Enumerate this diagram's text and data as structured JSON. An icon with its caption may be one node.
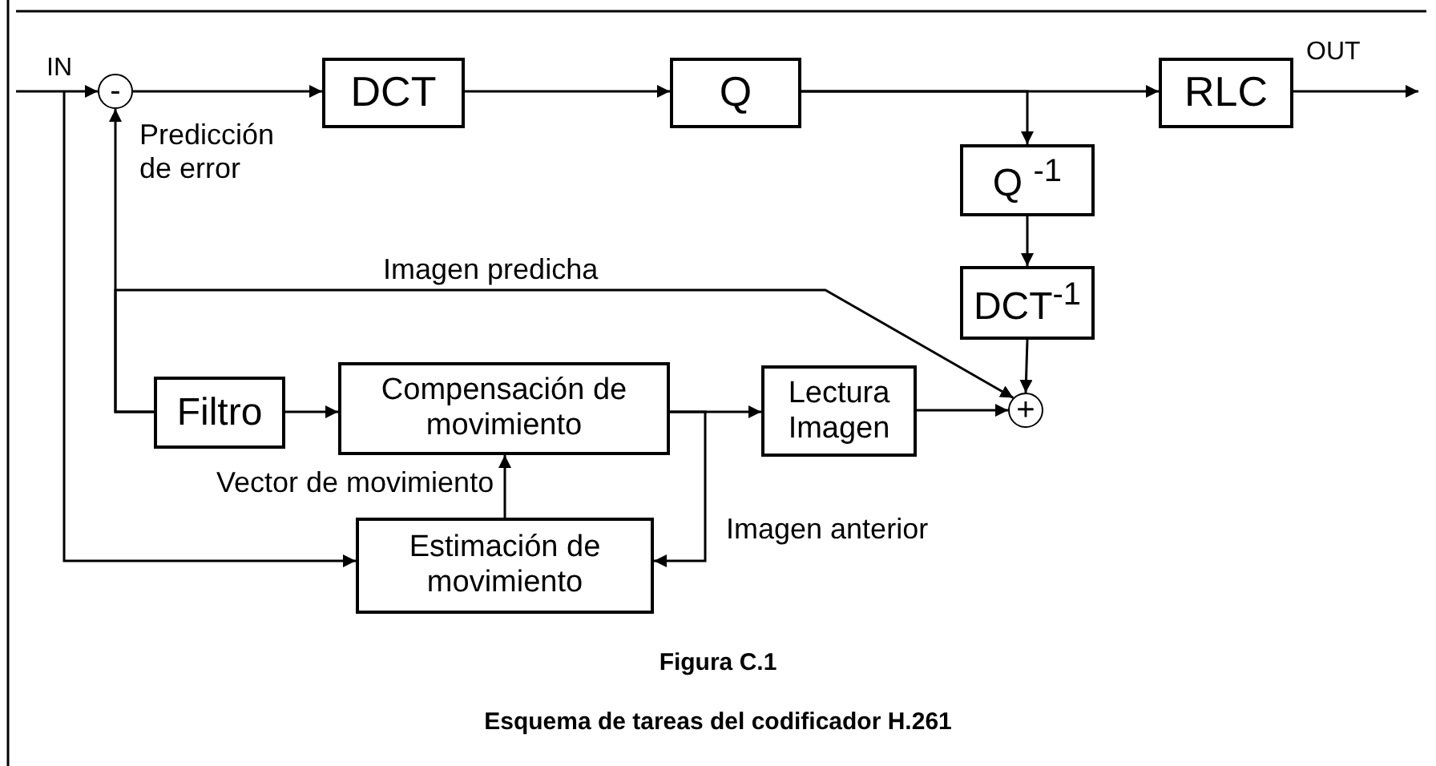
{
  "diagram": {
    "nodes": [
      {
        "text": [
          "-"
        ]
      },
      {
        "text": [
          "DCT"
        ]
      },
      {
        "text": [
          "Q"
        ]
      },
      {
        "text": [
          "RLC"
        ]
      },
      {
        "text": [
          "Q $^{-1}$"
        ]
      },
      {
        "text": [
          "DCT$^{-1}$"
        ]
      },
      {
        "text": [
          "+"
        ]
      },
      {
        "text": [
          "Filtro"
        ]
      },
      {
        "text": [
          "Compensación de movimiento"
        ]
      },
      {
        "text": [
          "Lectura Imagen"
        ]
      },
      {
        "text": [
          "Estimación de movimiento"
        ]
      }
    ],
    "edges": [
      {
        "from": null,
        "to": 0,
        "arrow": "to",
        "label": "IN"
      },
      {
        "from": 0,
        "to": 1,
        "arrow": "to"
      },
      {
        "from": 1,
        "to": 2,
        "arrow": "to"
      },
      {
        "from": 2,
        "to": 3,
        "arrow": "to"
      },
      {
        "from": 3,
        "to": null,
        "arrow": "to",
        "label": "OUT"
      },
      {
        "from": 2,
        "to": 4,
        "arrow": "to"
      },
      {
        "from": 4,
        "to": 5,
        "arrow": "to"
      },
      {
        "from": 5,
        "to": 6,
        "arrow": "to"
      },
      {
        "from": 9,
        "to": 6,
        "arrow": "to"
      },
      {
        "from": 7,
        "to": 0,
        "arrow": "to"
      },
      {
        "from": 7,
        "to": 6,
        "arrow": "to",
        "label": "Imagen predicha"
      },
      {
        "from": 7,
        "to": 8,
        "arrow": "to"
      },
      {
        "from": 8,
        "to": 9,
        "arrow": "to"
      },
      {
        "from": 8,
        "to": 10,
        "arrow": "to",
        "label": "Imagen anterior"
      },
      {
        "from": 10,
        "to": 8,
        "arrow": "to",
        "label": "Vector de movimiento"
      },
      {
        "from": null,
        "to": 10,
        "arrow": "to"
      }
    ],
    "labels": [
      "Predicción de error",
      "Figura C.1",
      "Esquema de tareas del codificador H.261"
    ]
  }
}
